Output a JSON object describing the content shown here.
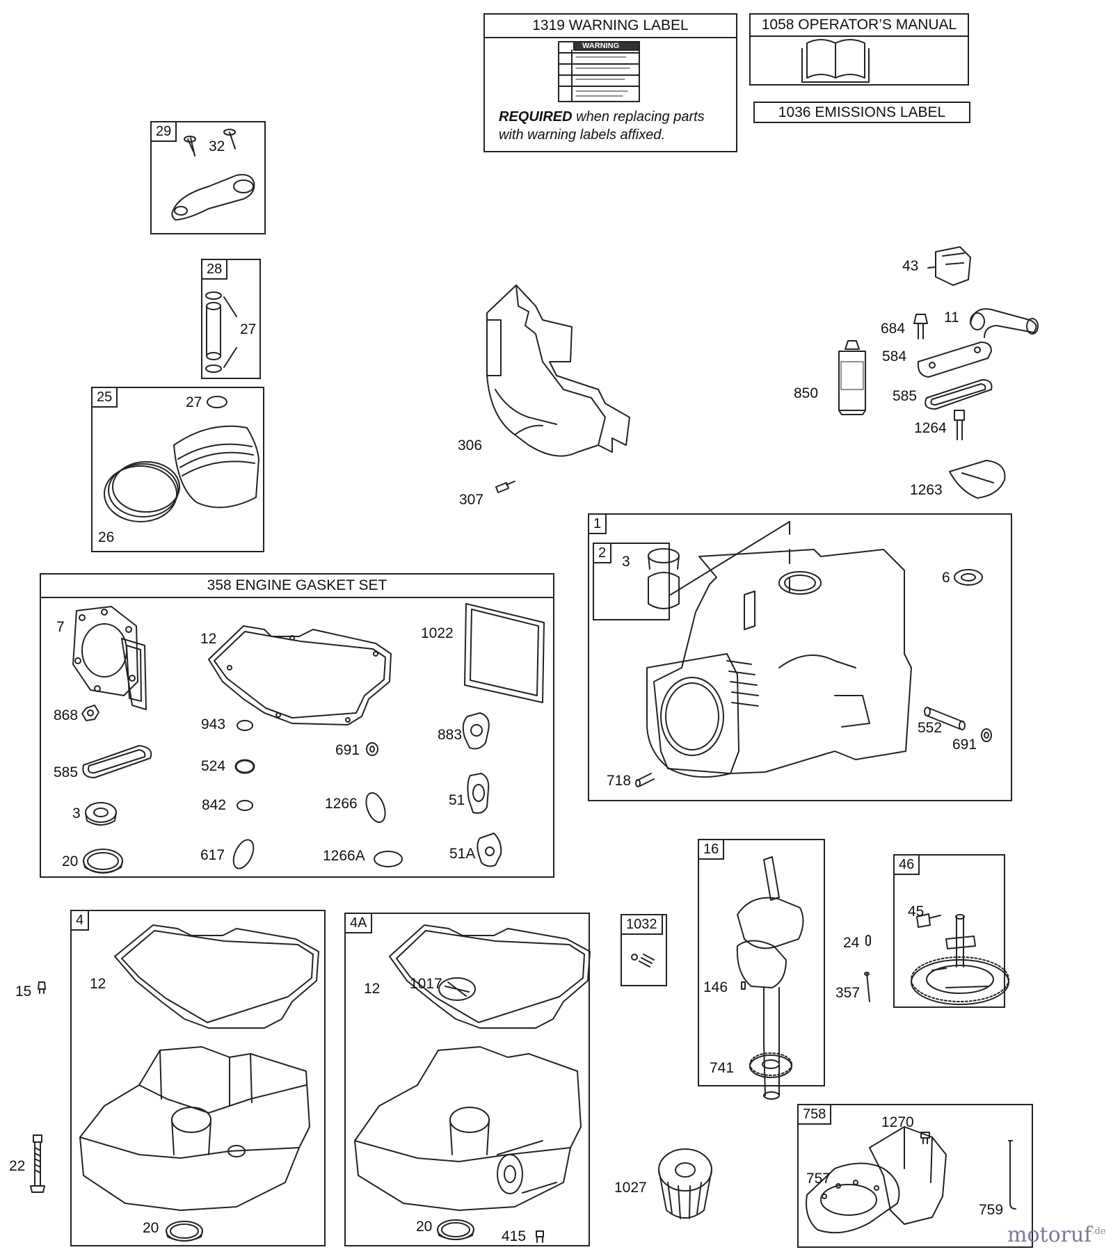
{
  "header_boxes": {
    "warning_label": "1319 WARNING LABEL",
    "operators_manual": "1058 OPERATOR’S MANUAL",
    "emissions_label": "1036 EMISSIONS LABEL",
    "warning_sticker_title": "WARNING",
    "note_bold": "REQUIRED",
    "note_line1": " when replacing parts",
    "note_line2": "with warning labels affixed."
  },
  "group_numbers": {
    "g29": "29",
    "g28": "28",
    "g25": "25",
    "g1": "1",
    "g2": "2",
    "g16": "16",
    "g46": "46",
    "g4": "4",
    "g4a": "4A",
    "g1032": "1032",
    "g758": "758"
  },
  "gasket_set_title": "358 ENGINE GASKET SET",
  "callouts": {
    "c32": "32",
    "c27a": "27",
    "c27b": "27",
    "c26": "26",
    "c306": "306",
    "c307": "307",
    "c43": "43",
    "c684": "684",
    "c11": "11",
    "c584": "584",
    "c850": "850",
    "c585top": "585",
    "c1264": "1264",
    "c1263": "1263",
    "c3b": "3",
    "c6": "6",
    "c552": "552",
    "c691b": "691",
    "c718": "718",
    "c7": "7",
    "c12g": "12",
    "c1022": "1022",
    "c868": "868",
    "c943": "943",
    "c883": "883",
    "c691g": "691",
    "c585g": "585",
    "c524": "524",
    "c3g": "3",
    "c842": "842",
    "c1266": "1266",
    "c51": "51",
    "c20g": "20",
    "c617": "617",
    "c1266a": "1266A",
    "c51a": "51A",
    "c15": "15",
    "c22": "22",
    "c12a": "12",
    "c20a": "20",
    "c12b": "12",
    "c1017": "1017",
    "c20b": "20",
    "c415": "415",
    "c146": "146",
    "c741": "741",
    "c24": "24",
    "c357": "357",
    "c45": "45",
    "c1027": "1027",
    "c1270": "1270",
    "c757": "757",
    "c759": "759"
  },
  "watermark": {
    "text": "motoruf",
    "suffix": ".de"
  },
  "colors": {
    "line": "#222222",
    "logo": "#7a7a9c"
  }
}
